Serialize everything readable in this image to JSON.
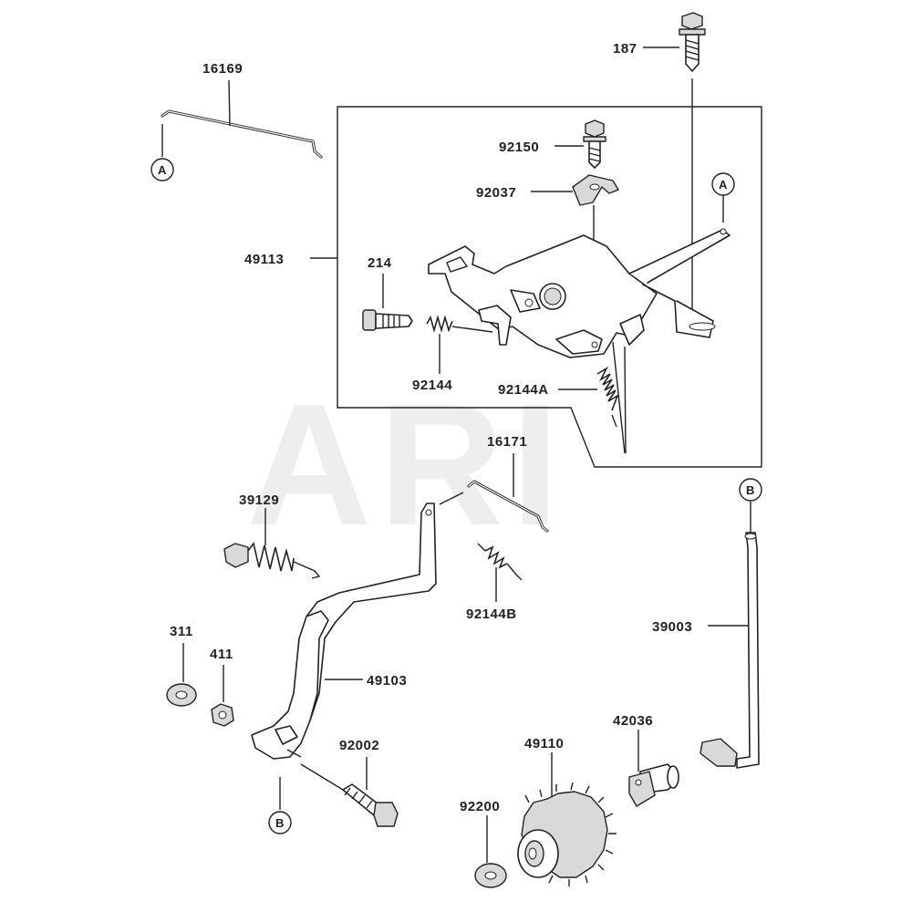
{
  "watermark": "ARI",
  "parts": {
    "p16169": "16169",
    "p187": "187",
    "p92150": "92150",
    "p92037": "92037",
    "p49113": "49113",
    "p214": "214",
    "p92144": "92144",
    "p92144A": "92144A",
    "p16171": "16171",
    "p39129": "39129",
    "p92144B": "92144B",
    "p39003": "39003",
    "p311": "311",
    "p411": "411",
    "p49103": "49103",
    "p92002": "92002",
    "p49110": "49110",
    "p42036": "42036",
    "p92200": "92200"
  },
  "refs": {
    "a_left": "A",
    "a_right": "A",
    "b_top": "B",
    "b_bottom": "B"
  }
}
